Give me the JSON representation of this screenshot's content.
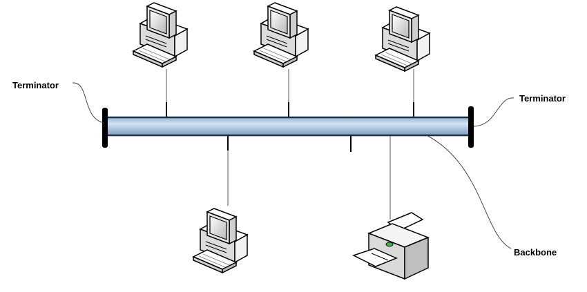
{
  "labels": {
    "terminator_left": "Terminator",
    "terminator_right": "Terminator",
    "backbone": "Backbone"
  },
  "nodes": [
    {
      "name": "computer-top-1",
      "type": "computer-icon"
    },
    {
      "name": "computer-top-2",
      "type": "computer-icon"
    },
    {
      "name": "computer-top-3",
      "type": "computer-icon"
    },
    {
      "name": "computer-bottom-1",
      "type": "computer-icon"
    },
    {
      "name": "printer-bottom",
      "type": "printer-icon"
    }
  ],
  "colors": {
    "backbone_fill": "#b9d0e6",
    "backbone_stroke": "#1b2f47",
    "terminator": "#000000",
    "line": "#333333"
  }
}
